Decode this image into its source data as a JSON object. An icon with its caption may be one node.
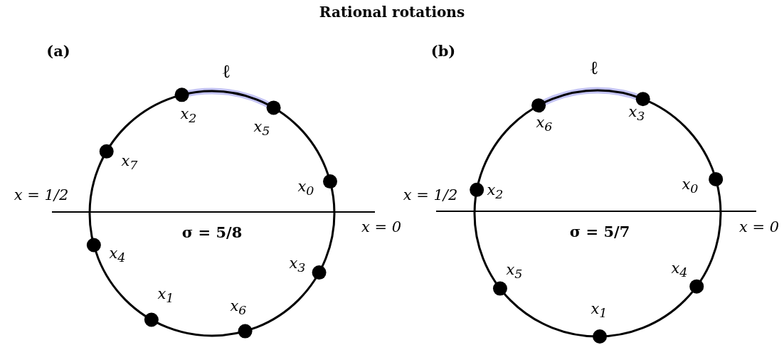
{
  "diagram": {
    "title": "Rational rotations",
    "labels": [
      "(a)",
      "ℓ",
      "x$_{2}$",
      "x$_{5}$",
      "x$_{7}$",
      "x$_{0}$",
      "x = 1/2",
      "x = 0",
      "x$_{4}$",
      "σ = 5/8",
      "x$_{3}$",
      "x$_{1}$",
      "x$_{6}$",
      "(b)",
      "ℓ",
      "x$_{6}$",
      "x$_{3}$",
      "x$_{0}$",
      "x = 1/2",
      "x$_{2}$",
      "x = 0",
      "σ = 5/7",
      "x$_{5}$",
      "x$_{4}$",
      "x$_{1}$"
    ]
  }
}
